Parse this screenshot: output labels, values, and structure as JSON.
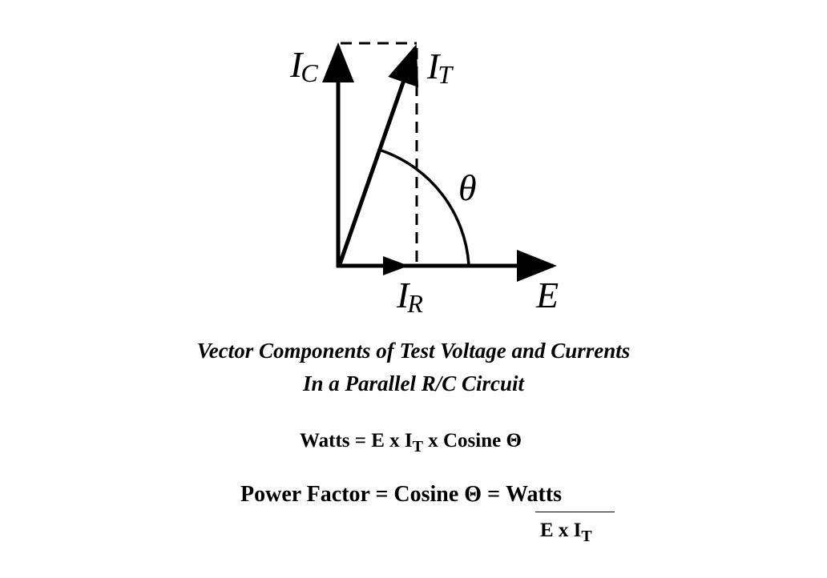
{
  "diagram": {
    "labels": {
      "ic_main": "I",
      "ic_sub": "C",
      "it_main": "I",
      "it_sub": "T",
      "ir_main": "I",
      "ir_sub": "R",
      "e": "E",
      "theta": "θ"
    }
  },
  "caption": {
    "line1": "Vector Components of Test Voltage and Currents",
    "line2": "In a Parallel R/C Circuit"
  },
  "formula1": {
    "lhs": "Watts = E x I",
    "lhs_sub": "T",
    "rhs": " x Cosine Θ"
  },
  "formula2": {
    "text": "Power Factor = Cosine Θ = ",
    "numerator": "Watts",
    "denominator_main": "E x I",
    "denominator_sub": "T"
  }
}
